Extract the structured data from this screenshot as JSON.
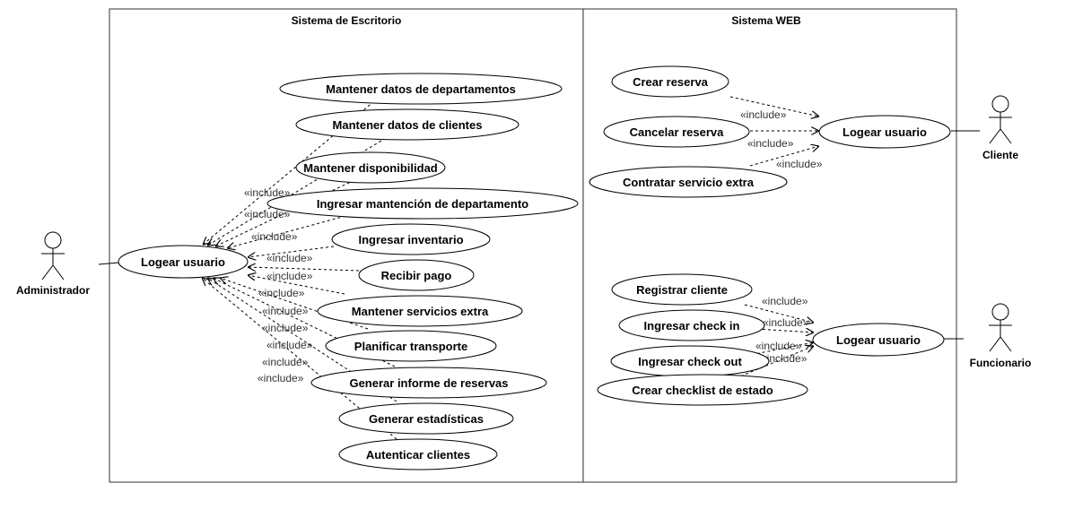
{
  "systems": {
    "desktop": "Sistema de Escritorio",
    "web": "Sistema WEB"
  },
  "actors": {
    "admin": "Administrador",
    "cliente": "Cliente",
    "funcionario": "Funcionario"
  },
  "desktop": {
    "login": "Logear usuario",
    "use_cases": [
      "Mantener datos de departamentos",
      "Mantener datos de clientes",
      "Mantener disponibilidad",
      "Ingresar mantención de departamento",
      "Ingresar inventario",
      "Recibir pago",
      "Mantener servicios extra",
      "Planificar transporte",
      "Generar informe de reservas",
      "Generar estadísticas",
      "Autenticar clientes"
    ]
  },
  "web_cliente": {
    "login": "Logear usuario",
    "use_cases": [
      "Crear reserva",
      "Cancelar reserva",
      "Contratar servicio extra"
    ]
  },
  "web_funcionario": {
    "login": "Logear usuario",
    "use_cases": [
      "Registrar cliente",
      "Ingresar check in",
      "Ingresar check out",
      "Crear checklist de estado"
    ]
  },
  "include_label": "«include»"
}
